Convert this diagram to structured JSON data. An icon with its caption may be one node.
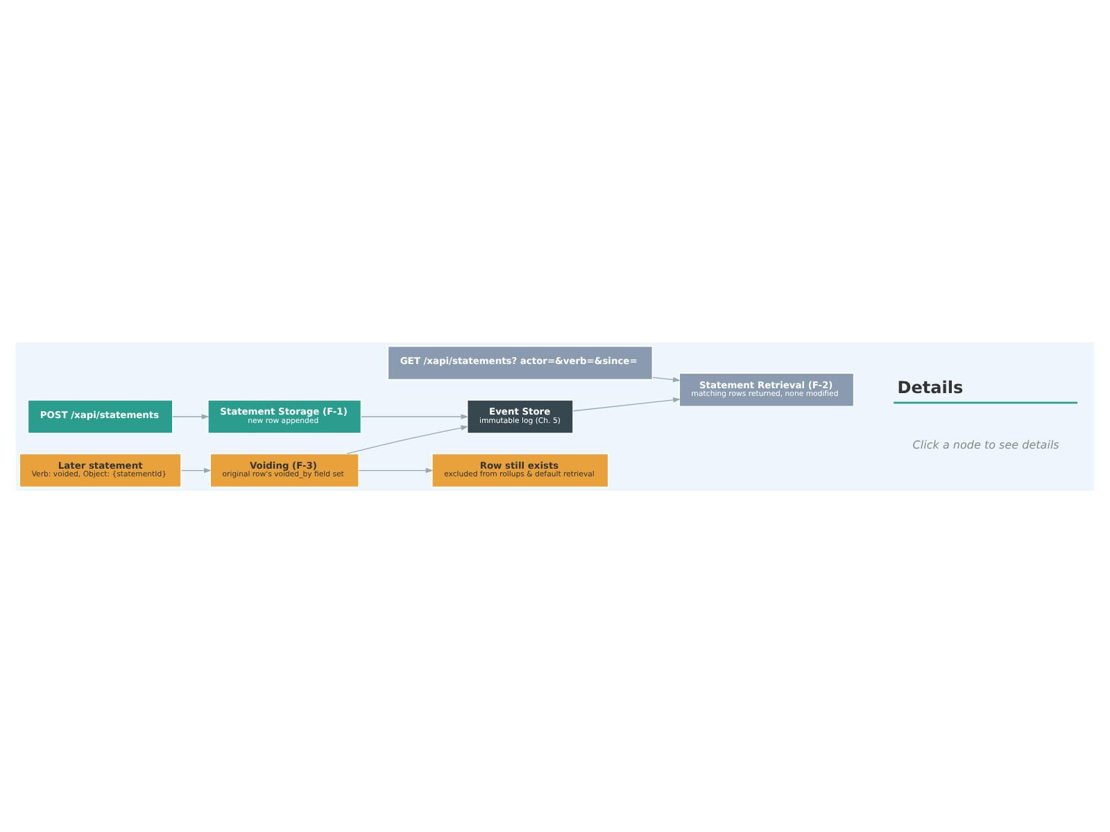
{
  "diagram": {
    "nodes": [
      {
        "text": [
          "GET /xapi/statements? actor=&verb=&since="
        ]
      },
      {
        "text": [
          "Statement Retrieval (F-2)",
          "matching rows returned, none modified"
        ]
      },
      {
        "text": [
          "POST /xapi/statements"
        ]
      },
      {
        "text": [
          "Statement Storage (F-1)",
          "new row appended"
        ]
      },
      {
        "text": [
          "Event Store",
          "immutable log (Ch. 5)"
        ]
      },
      {
        "text": [
          "Later statement",
          "Verb: voided, Object: {statementId}"
        ]
      },
      {
        "text": [
          "Voiding (F-3)",
          "original row's voided_by field set"
        ]
      },
      {
        "text": [
          "Row still exists",
          "excluded from rollups & default retrieval"
        ]
      }
    ],
    "edges": [
      {
        "from": 0,
        "to": 1,
        "arrow": "to"
      },
      {
        "from": 2,
        "to": 3,
        "arrow": "to"
      },
      {
        "from": 3,
        "to": 4,
        "arrow": "to"
      },
      {
        "from": 4,
        "to": 1,
        "arrow": "to"
      },
      {
        "from": 5,
        "to": 6,
        "arrow": "to"
      },
      {
        "from": 6,
        "to": 4,
        "arrow": "to"
      },
      {
        "from": 6,
        "to": 7,
        "arrow": "to"
      }
    ],
    "labels": [
      "Details",
      "Click a node to see details"
    ]
  }
}
